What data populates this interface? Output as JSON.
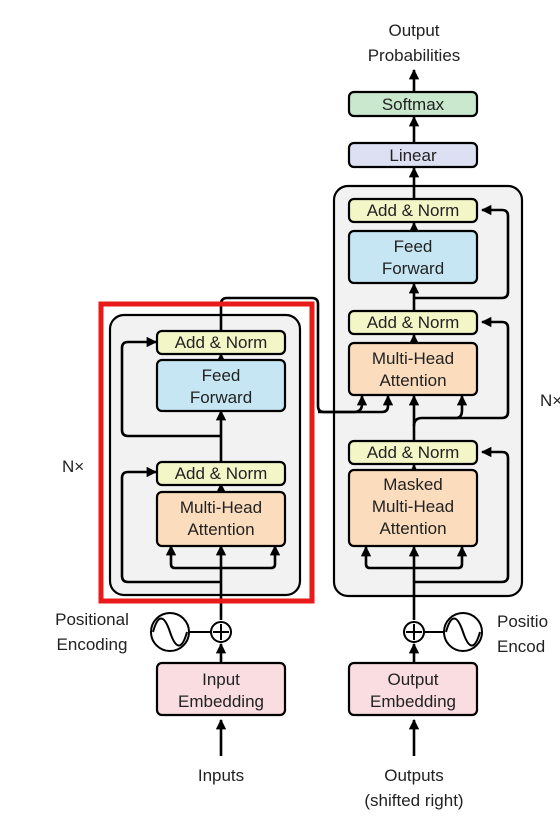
{
  "labels": {
    "output_probabilities": [
      "Output",
      "Probabilities"
    ],
    "inputs": "Inputs",
    "outputs": [
      "Outputs",
      "(shifted right)"
    ],
    "positional_encoding_left": [
      "Positional",
      "Encoding"
    ],
    "positional_encoding_right": [
      "Positio",
      "Encod"
    ],
    "n_times_left": "N×",
    "n_times_right": "N×"
  },
  "encoder": {
    "input_embedding": [
      "Input",
      "Embedding"
    ],
    "multi_head_attention": [
      "Multi-Head",
      "Attention"
    ],
    "add_norm_1": "Add & Norm",
    "feed_forward": [
      "Feed",
      "Forward"
    ],
    "add_norm_2": "Add & Norm"
  },
  "decoder": {
    "output_embedding": [
      "Output",
      "Embedding"
    ],
    "masked_attention": [
      "Masked",
      "Multi-Head",
      "Attention"
    ],
    "add_norm_1": "Add & Norm",
    "cross_attention": [
      "Multi-Head",
      "Attention"
    ],
    "add_norm_2": "Add & Norm",
    "feed_forward": [
      "Feed",
      "Forward"
    ],
    "add_norm_3": "Add & Norm",
    "linear": "Linear",
    "softmax": "Softmax"
  },
  "colors": {
    "add_norm": "#f3f7c8",
    "feed_forward": "#c6e6f4",
    "attention": "#fbdcbc",
    "embedding": "#f9dde0",
    "linear": "#dde0f2",
    "softmax": "#c9e8cd",
    "stack_fill": "#f2f2f2",
    "highlight": "#e81a1a"
  }
}
